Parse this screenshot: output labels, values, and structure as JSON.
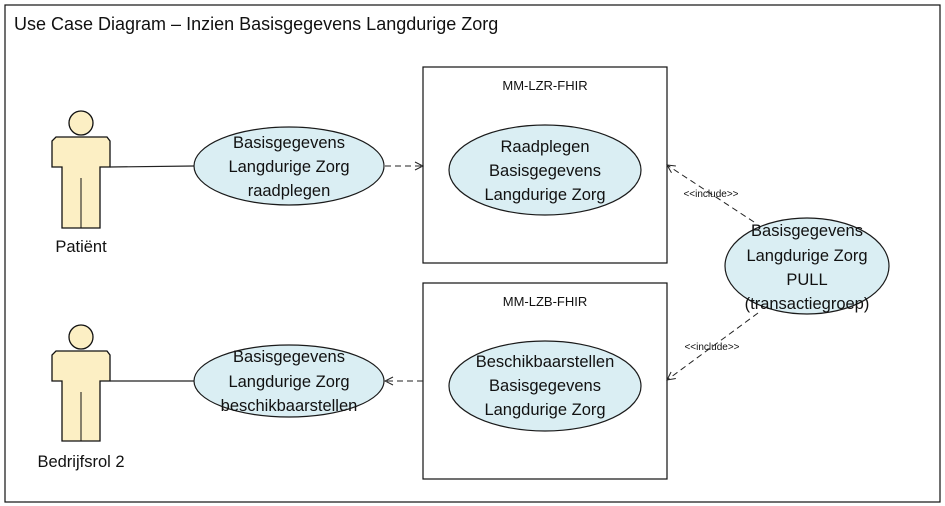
{
  "title": "Use Case Diagram – Inzien Basisgegevens Langdurige Zorg",
  "actors": [
    {
      "name": "Patiënt"
    },
    {
      "name": "Bedrijfsrol 2"
    }
  ],
  "systems": [
    {
      "name": "MM-LZR-FHIR",
      "use_case": [
        "Raadplegen",
        "Basisgegevens",
        "Langdurige Zorg"
      ]
    },
    {
      "name": "MM-LZB-FHIR",
      "use_case": [
        "Beschikbaarstellen",
        "Basisgegevens",
        "Langdurige Zorg"
      ]
    }
  ],
  "use_cases": [
    {
      "lines": [
        "Basisgegevens",
        "Langdurige Zorg",
        "raadplegen"
      ]
    },
    {
      "lines": [
        "Basisgegevens",
        "Langdurige Zorg",
        "beschikbaarstellen"
      ]
    },
    {
      "lines": [
        "Basisgegevens",
        "Langdurige Zorg",
        "PULL",
        "(transactiegroep)"
      ]
    }
  ],
  "relations": {
    "include_label_1": "<<include>>",
    "include_label_2": "<<include>>"
  }
}
